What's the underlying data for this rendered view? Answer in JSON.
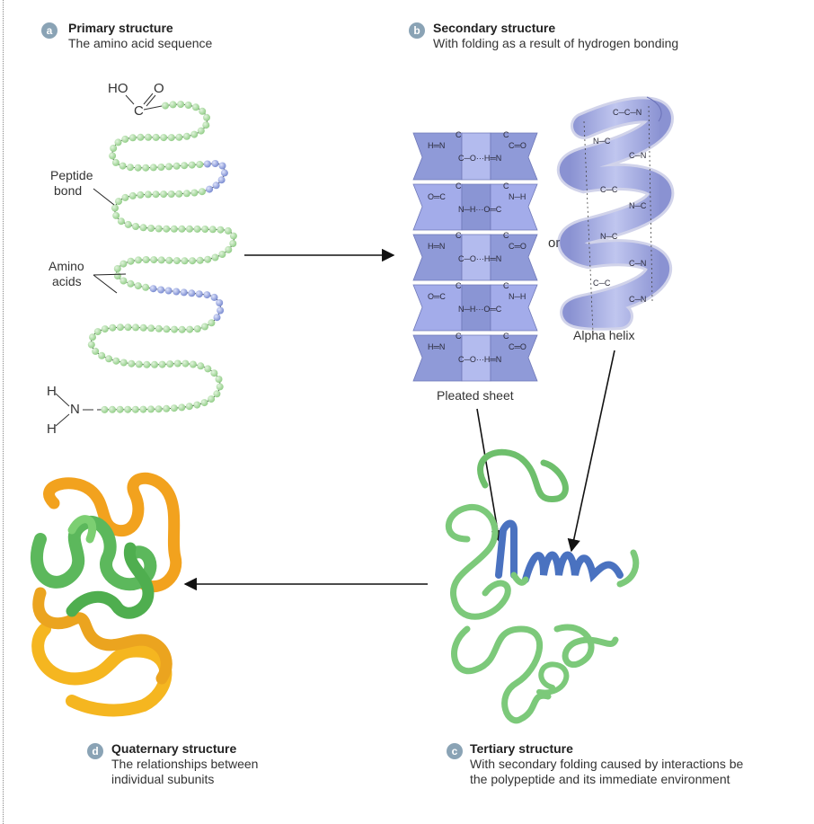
{
  "panels": {
    "a": {
      "badge": "a",
      "title": "Primary structure",
      "subtitle": "The amino acid sequence"
    },
    "b": {
      "badge": "b",
      "title": "Secondary structure",
      "subtitle": "With folding as a result of hydrogen bonding"
    },
    "c": {
      "badge": "c",
      "title": "Tertiary structure",
      "subtitle_1": "With secondary folding caused by interactions be",
      "subtitle_2": "the polypeptide and its immediate environment"
    },
    "d": {
      "badge": "d",
      "title": "Quaternary structure",
      "subtitle_1": "The relationships between",
      "subtitle_2": "individual subunits"
    }
  },
  "labels": {
    "peptide_bond_1": "Peptide",
    "peptide_bond_2": "bond",
    "amino_acids_1": "Amino",
    "amino_acids_2": "acids",
    "pleated_sheet": "Pleated sheet",
    "or": "or",
    "alpha_helix": "Alpha helix"
  },
  "chemistry": {
    "carboxyl_ho": "HO",
    "carboxyl_o": "O",
    "carboxyl_c": "C",
    "amine_h_top": "H",
    "amine_n": "N",
    "amine_h_bottom": "H"
  },
  "colors": {
    "green_residue": "#a9d9a0",
    "blue_residue": "#8fa0d9",
    "sheet": "#9da8e0",
    "helix": "#a6acdf",
    "tertiary_green": "#7cc97a",
    "tertiary_blue": "#4a72c0",
    "quaternary_orange": "#f0a020",
    "quaternary_green": "#5cb85c"
  }
}
